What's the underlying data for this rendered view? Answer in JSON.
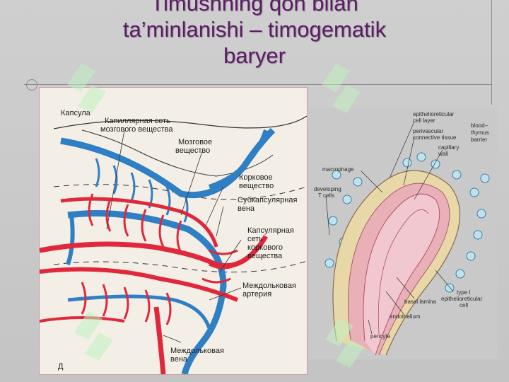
{
  "title": {
    "line1": "Timushning qon bilan",
    "line2": "ta’minlanishi – timogematik",
    "line3": "baryer"
  },
  "left_figure": {
    "labels": {
      "capsule": "Капсула",
      "capillary_medulla_1": "Капиллярная сеть",
      "capillary_medulla_2": "мозгового вещества",
      "medulla_1": "Мозговое",
      "medulla_2": "вещество",
      "cortex_1": "Корковое",
      "cortex_2": "вещество",
      "subcapsular_1": "Субкапсулярная",
      "subcapsular_2": "вена",
      "capsular_net_1": "Капсулярная",
      "capsular_net_2": "сеть",
      "capsular_net_3": "коркового",
      "capsular_net_4": "вещества",
      "interlobular_artery_1": "Междольковая",
      "interlobular_artery_2": "артерия",
      "interlobular_vein_1": "Междольковая",
      "interlobular_vein_2": "вена",
      "panel_letter": "Д"
    },
    "colors": {
      "artery": "#e0283c",
      "vein": "#2f7fc4",
      "background": "#f4efe6"
    }
  },
  "right_figure": {
    "labels": {
      "epithelial_layer_1": "epithelioreticular",
      "epithelial_layer_2": "cell layer",
      "perivascular_1": "perivascular",
      "perivascular_2": "connective tissue",
      "capillary_wall_1": "capillary",
      "capillary_wall_2": "wall",
      "barrier_1": "blood–",
      "barrier_2": "thymus",
      "barrier_3": "barrier",
      "macrophage": "macrophage",
      "developing_1": "developing",
      "developing_2": "T cells",
      "type1_1": "type I",
      "type1_2": "epithelioreticular",
      "type1_3": "cell",
      "basal_lamina": "basal lamina",
      "endothelium": "endothelium",
      "pericyte": "pericyte"
    }
  }
}
